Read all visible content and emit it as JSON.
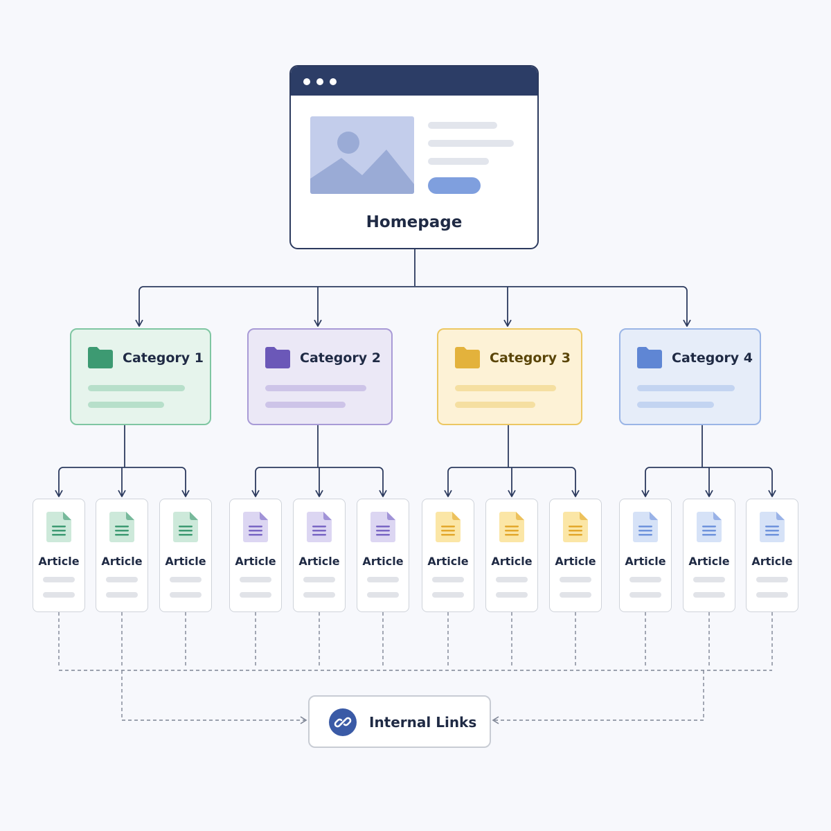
{
  "homepage": {
    "label": "Homepage"
  },
  "categories": [
    {
      "label": "Category 1",
      "color": "#3d9a72",
      "bg": "#e6f4ec",
      "border": "#7fc6a2",
      "text": "#1f2a44"
    },
    {
      "label": "Category 2",
      "color": "#6b58b8",
      "bg": "#ebe8f6",
      "border": "#a89ad6",
      "text": "#1f2a44"
    },
    {
      "label": "Category 3",
      "color": "#e3b23c",
      "bg": "#fdf2d6",
      "border": "#ecc762",
      "text": "#5a4508"
    },
    {
      "label": "Category 4",
      "color": "#5f86d4",
      "bg": "#e6edf9",
      "border": "#9ab5e6",
      "text": "#1f2a44"
    }
  ],
  "article_label": "Article",
  "article_colors": [
    {
      "fill": "#cde9da",
      "ink": "#3d9a72"
    },
    {
      "fill": "#dcd6f2",
      "ink": "#7a66c4"
    },
    {
      "fill": "#fbe6a6",
      "ink": "#e3a82c"
    },
    {
      "fill": "#d6e2f7",
      "ink": "#6f93dc"
    }
  ],
  "internal_links": {
    "label": "Internal Links",
    "icon": "link-icon"
  },
  "colors": {
    "connector": "#2c3a5e",
    "dashed": "#7d8494"
  }
}
